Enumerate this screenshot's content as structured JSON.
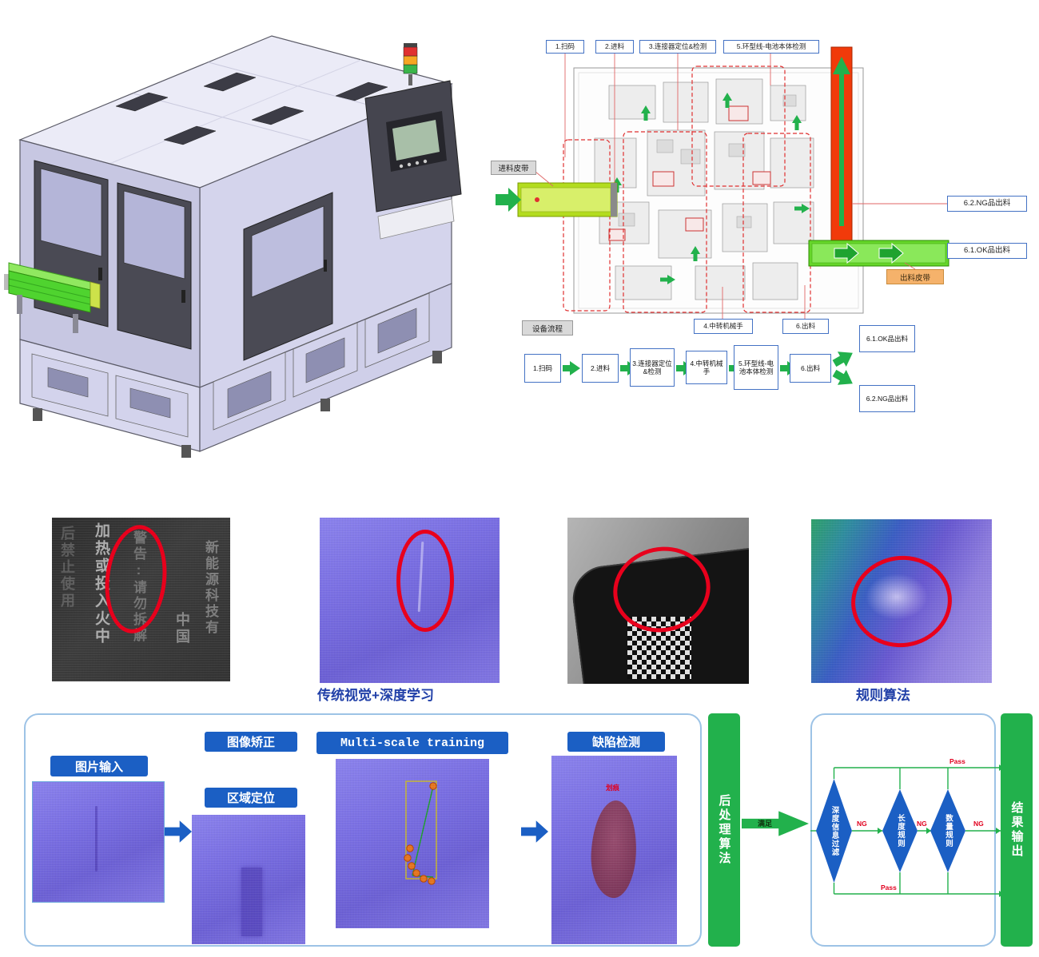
{
  "diagram": {
    "callouts": {
      "scan": "1.扫码",
      "feed": "2.进料",
      "connector": "3.连接器定位&检测",
      "ring": "5.环型线-电池本体检测",
      "transfer": "4.中转机械手",
      "unload": "6.出料"
    },
    "labels": {
      "feed_belt": "进料皮带",
      "out_belt": "出料皮带",
      "ng_out": "6.2.NG品出料",
      "ok_out": "6.1.OK品出料",
      "flow_title": "设备流程"
    },
    "flow_steps": [
      "1.扫码",
      "2.进料",
      "3.连接器定位&检测",
      "4.中转机械手",
      "5.环型线-电池本体检测",
      "6.出料"
    ],
    "flow_ok": "6.1.OK品出料",
    "flow_ng": "6.2.NG品出料"
  },
  "samples": {
    "label_texts": [
      "后禁止使用",
      "加热或投入火中",
      "警告:请勿拆解",
      "中国",
      "新能源科技有"
    ],
    "caption_left": "传统视觉+深度学习",
    "caption_right": "规则算法"
  },
  "pipeline": {
    "input": "图片输入",
    "correction": "图像矫正",
    "region": "区域定位",
    "training": "Multi-scale training",
    "detection": "缺陷检测",
    "defect_tag": "划痕",
    "post": "后处理算法",
    "condition": "满足",
    "rules": [
      "深度信息过滤",
      "长度规则",
      "数量规则"
    ],
    "ng": "NG",
    "pass": "Pass",
    "result": "结果输出"
  }
}
